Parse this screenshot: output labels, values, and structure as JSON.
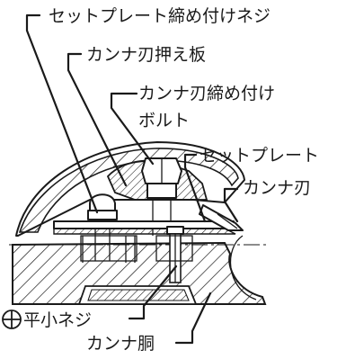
{
  "labels": {
    "set_plate_screw": "セットプレート締め付けネジ",
    "blade_holder": "カンナ刃押え板",
    "blade_bolt_line1": "カンナ刃締め付け",
    "blade_bolt_line2": "ボルト",
    "set_plate": "セットプレート",
    "blade": "カンナ刃",
    "flat_screw": "平小ネジ",
    "body": "カンナ胴"
  },
  "icons": {
    "flat_screw_symbol": "plus-circle-icon"
  },
  "colors": {
    "ink": "#1a1a1a",
    "paper": "#ffffff"
  }
}
